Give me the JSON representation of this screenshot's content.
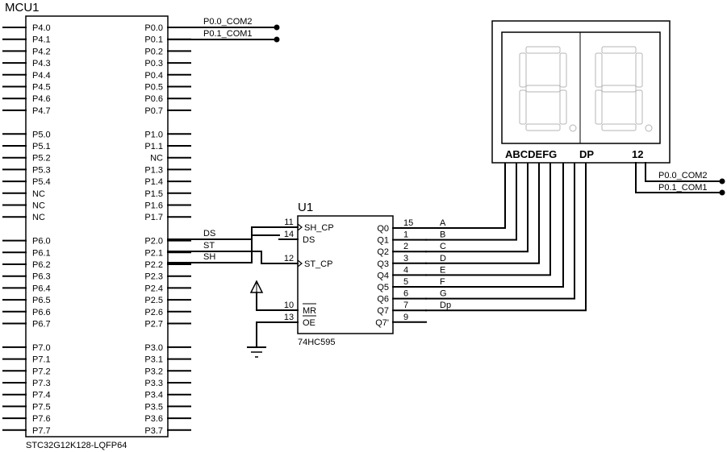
{
  "mcu": {
    "title": "MCU1",
    "part": "STC32G12K128-LQFP64",
    "left_pins": [
      "P4.0",
      "P4.1",
      "P4.2",
      "P4.3",
      "P4.4",
      "P4.5",
      "P4.6",
      "P4.7",
      "",
      "P5.0",
      "P5.1",
      "P5.2",
      "P5.3",
      "P5.4",
      "NC",
      "NC",
      "NC",
      "",
      "P6.0",
      "P6.1",
      "P6.2",
      "P6.3",
      "P6.4",
      "P6.5",
      "P6.6",
      "P6.7",
      "",
      "P7.0",
      "P7.1",
      "P7.2",
      "P7.3",
      "P7.4",
      "P7.5",
      "P7.6",
      "P7.7"
    ],
    "right_pins": [
      "P0.0",
      "P0.1",
      "P0.2",
      "P0.3",
      "P0.4",
      "P0.5",
      "P0.6",
      "P0.7",
      "",
      "P1.0",
      "P1.1",
      "NC",
      "P1.3",
      "P1.4",
      "P1.5",
      "P1.6",
      "P1.7",
      "",
      "P2.0",
      "P2.1",
      "P2.2",
      "P2.3",
      "P2.4",
      "P2.5",
      "P2.6",
      "P2.7",
      "",
      "P3.0",
      "P3.1",
      "P3.2",
      "P3.3",
      "P3.4",
      "P3.5",
      "P3.6",
      "P3.7"
    ]
  },
  "shift_register": {
    "title": "U1",
    "part": "74HC595",
    "left_pins": [
      {
        "name": "SH_CP",
        "num": "11",
        "clock": true
      },
      {
        "name": "DS",
        "num": "14",
        "clock": false
      },
      {
        "name": "ST_CP",
        "num": "12",
        "clock": true
      },
      {
        "name": "MR",
        "num": "10",
        "overbar": true
      },
      {
        "name": "OE",
        "num": "13",
        "overbar": true
      }
    ],
    "right_pins": [
      {
        "name": "Q0",
        "num": "15",
        "net": "A"
      },
      {
        "name": "Q1",
        "num": "1",
        "net": "B"
      },
      {
        "name": "Q2",
        "num": "2",
        "net": "C"
      },
      {
        "name": "Q3",
        "num": "3",
        "net": "D"
      },
      {
        "name": "Q4",
        "num": "4",
        "net": "E"
      },
      {
        "name": "Q5",
        "num": "5",
        "net": "F"
      },
      {
        "name": "Q6",
        "num": "6",
        "net": "G"
      },
      {
        "name": "Q7",
        "num": "7",
        "net": "Dp"
      },
      {
        "name": "Q7'",
        "num": "9",
        "net": ""
      }
    ]
  },
  "nets": {
    "com2_mcu": "P0.0_COM2",
    "com1_mcu": "P0.1_COM1",
    "com2_disp": "P0.0_COM2",
    "com1_disp": "P0.1_COM1",
    "ds": "DS",
    "st": "ST",
    "sh": "SH"
  },
  "display": {
    "segment_labels": "ABCDEFG",
    "dp_label": "DP",
    "com_label": "12"
  }
}
